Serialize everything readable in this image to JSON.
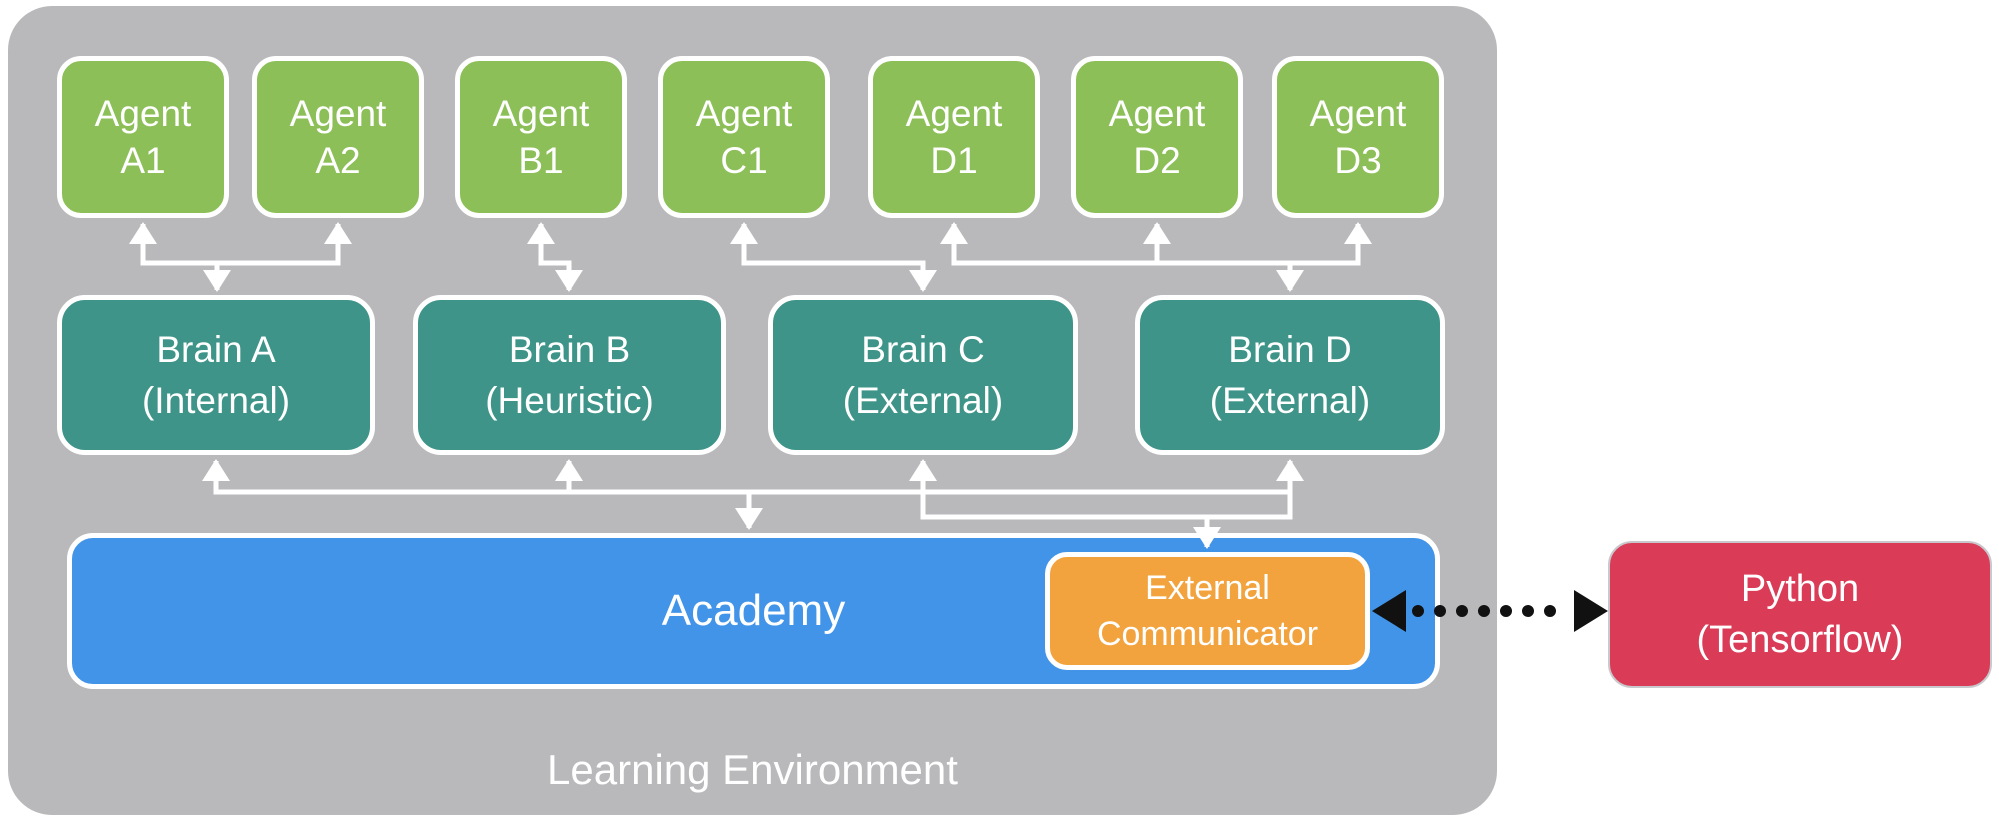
{
  "colors": {
    "environment": "#b9b9bc",
    "agent": "#8dbf58",
    "brain": "#3e9488",
    "academy": "#4294e9",
    "communicator": "#f2a33d",
    "python": "#da3b57",
    "arrow": "#ffffff",
    "dotted": "#111111"
  },
  "environment": {
    "label": "Learning Environment"
  },
  "agents": [
    {
      "line1": "Agent",
      "line2": "A1"
    },
    {
      "line1": "Agent",
      "line2": "A2"
    },
    {
      "line1": "Agent",
      "line2": "B1"
    },
    {
      "line1": "Agent",
      "line2": "C1"
    },
    {
      "line1": "Agent",
      "line2": "D1"
    },
    {
      "line1": "Agent",
      "line2": "D2"
    },
    {
      "line1": "Agent",
      "line2": "D3"
    }
  ],
  "brains": [
    {
      "line1": "Brain A",
      "line2": "(Internal)"
    },
    {
      "line1": "Brain B",
      "line2": "(Heuristic)"
    },
    {
      "line1": "Brain C",
      "line2": "(External)"
    },
    {
      "line1": "Brain D",
      "line2": "(External)"
    }
  ],
  "academy": {
    "label": "Academy"
  },
  "communicator": {
    "line1": "External",
    "line2": "Communicator"
  },
  "python": {
    "line1": "Python",
    "line2": "(Tensorflow)"
  }
}
